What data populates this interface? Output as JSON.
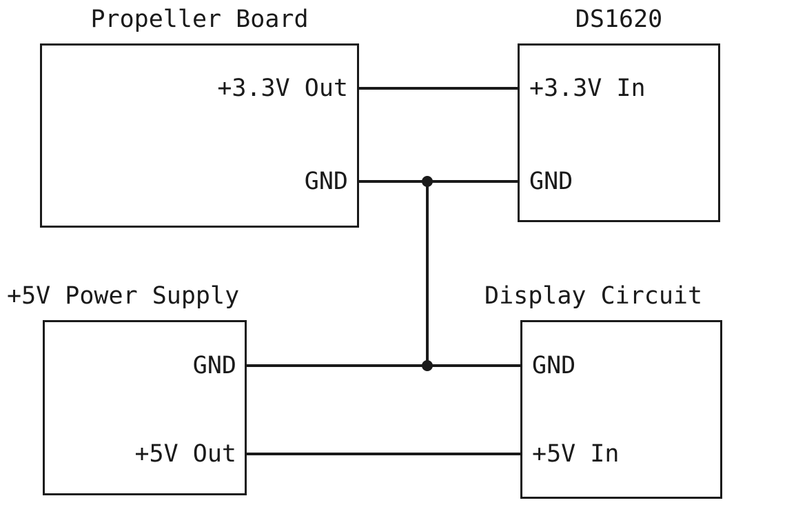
{
  "diagram": {
    "type": "block-diagram",
    "background_color": "#ffffff",
    "line_color": "#1a1a1a",
    "blocks": [
      {
        "id": "propeller-board",
        "title": "Propeller Board",
        "pins": [
          {
            "id": "prop-3v3-out",
            "label": "+3.3V Out",
            "side": "right"
          },
          {
            "id": "prop-gnd",
            "label": "GND",
            "side": "right"
          }
        ]
      },
      {
        "id": "ds1620",
        "title": "DS1620",
        "pins": [
          {
            "id": "ds-3v3-in",
            "label": "+3.3V In",
            "side": "left"
          },
          {
            "id": "ds-gnd",
            "label": "GND",
            "side": "left"
          }
        ]
      },
      {
        "id": "power-supply",
        "title": "+5V Power Supply",
        "pins": [
          {
            "id": "psu-gnd",
            "label": "GND",
            "side": "right"
          },
          {
            "id": "psu-5v-out",
            "label": "+5V Out",
            "side": "right"
          }
        ]
      },
      {
        "id": "display-circuit",
        "title": "Display Circuit",
        "pins": [
          {
            "id": "disp-gnd",
            "label": "GND",
            "side": "left"
          },
          {
            "id": "disp-5v-in",
            "label": "+5V In",
            "side": "left"
          }
        ]
      }
    ],
    "connections": [
      {
        "id": "net-3v3",
        "from": "prop-3v3-out",
        "to": "ds-3v3-in"
      },
      {
        "id": "net-gnd-top",
        "from": "prop-gnd",
        "to": "ds-gnd"
      },
      {
        "id": "net-gnd-trunk",
        "from": "net-gnd-top",
        "to": "net-gnd-bottom"
      },
      {
        "id": "net-gnd-bottom",
        "from": "psu-gnd",
        "to": "disp-gnd"
      },
      {
        "id": "net-5v",
        "from": "psu-5v-out",
        "to": "disp-5v-in"
      }
    ],
    "junctions": [
      {
        "id": "junction-gnd-upper"
      },
      {
        "id": "junction-gnd-lower"
      }
    ]
  }
}
